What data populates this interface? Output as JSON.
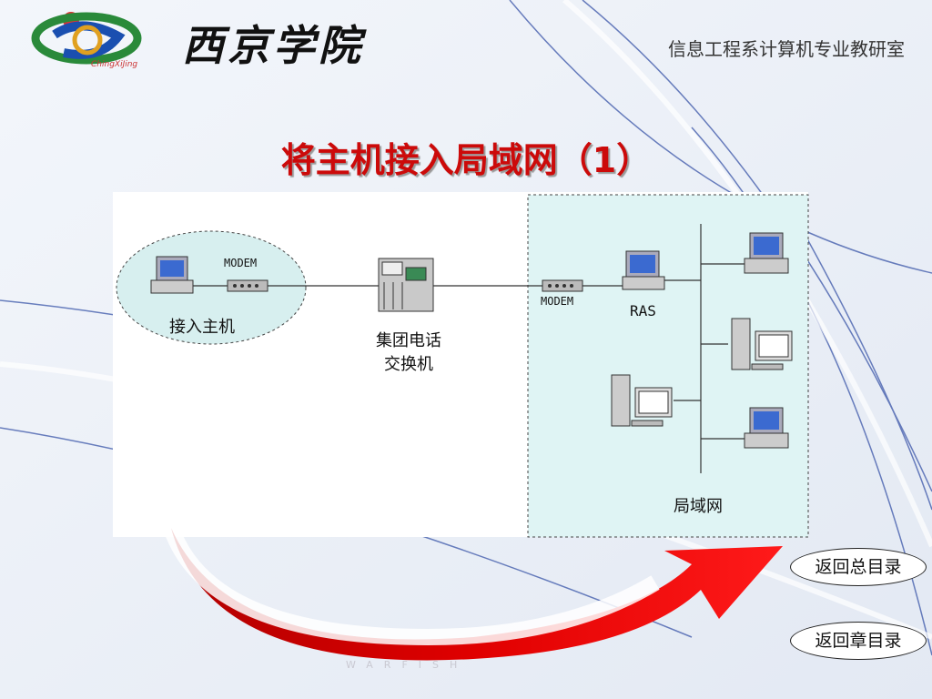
{
  "header": {
    "school_name": "西京学院",
    "logo_caption": "ChingXiJing",
    "department": "信息工程系计算机专业教研室"
  },
  "slide": {
    "title": "将主机接入局域网（1）"
  },
  "diagram": {
    "modem_left": "MODEM",
    "access_host": "接入主机",
    "switch_line1": "集团电话",
    "switch_line2": "交换机",
    "modem_right": "MODEM",
    "ras": "RAS",
    "lan": "局域网"
  },
  "nav": {
    "back_to_main_toc": "返回总目录",
    "back_to_chapter_toc": "返回章目录"
  },
  "watermark": "WARFISH",
  "colors": {
    "title": "#cc0a0a",
    "arrow": "#e00000",
    "lan_zone": "#dff4f4",
    "host_zone": "#d7efef"
  }
}
